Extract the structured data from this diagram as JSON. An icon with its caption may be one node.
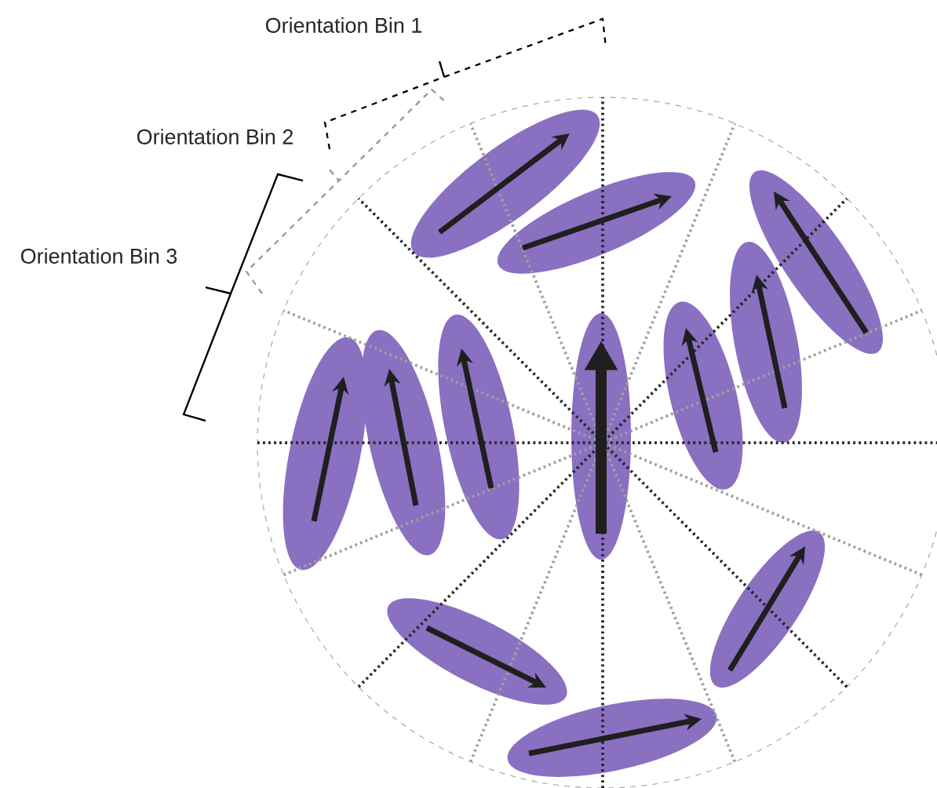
{
  "diagram": {
    "labels": [
      "Orientation Bin 1",
      "Orientation Bin 2",
      "Orientation Bin 3"
    ]
  }
}
